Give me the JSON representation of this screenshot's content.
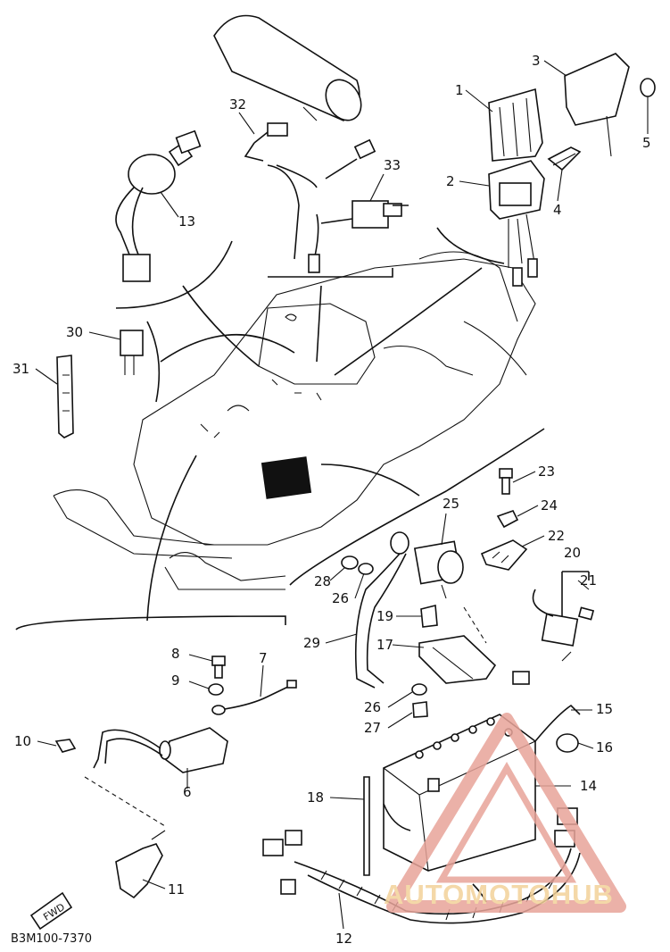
{
  "diagram_code": "B3M100-7370",
  "front_marker": "FWD",
  "watermark": {
    "text": "AUTOMOTOHUB",
    "color_primary": "#e8a49a",
    "color_secondary": "#f3d29a"
  },
  "callouts": [
    "1",
    "2",
    "3",
    "4",
    "5",
    "6",
    "7",
    "8",
    "9",
    "10",
    "11",
    "12",
    "13",
    "14",
    "15",
    "16",
    "17",
    "18",
    "19",
    "20",
    "21",
    "22",
    "23",
    "24",
    "25",
    "26",
    "26",
    "27",
    "28",
    "29",
    "30",
    "31",
    "32",
    "33"
  ]
}
